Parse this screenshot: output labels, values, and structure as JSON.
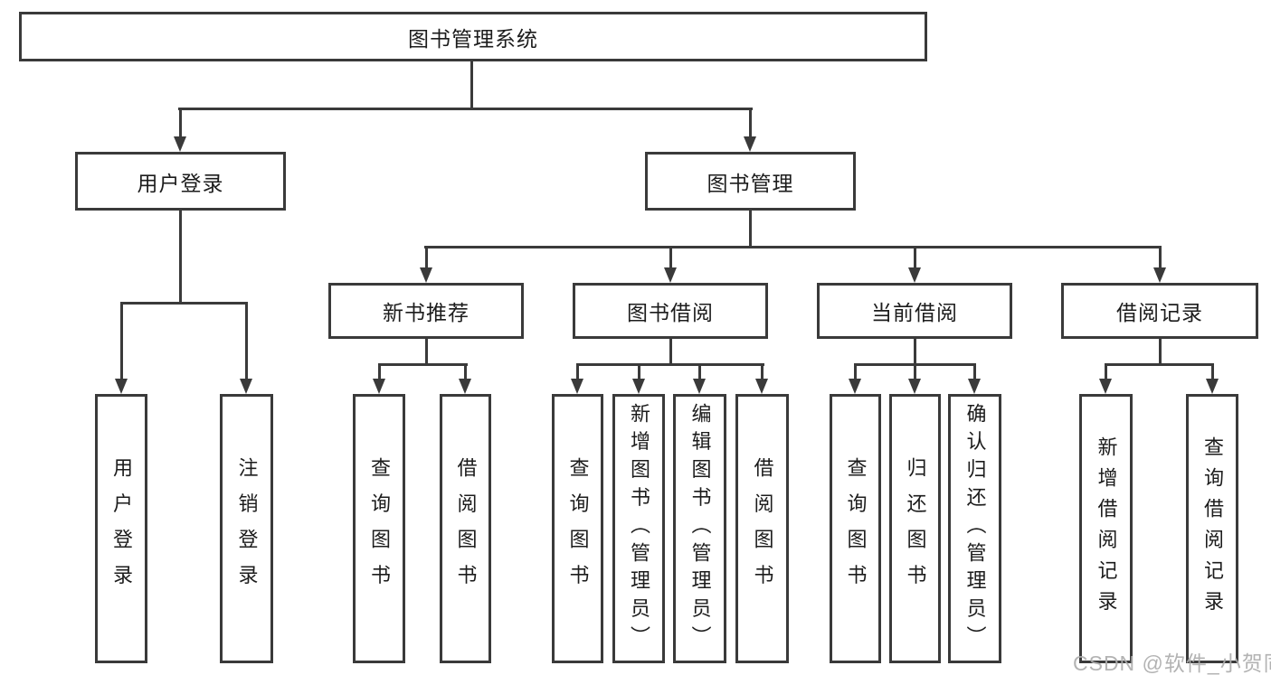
{
  "tree": {
    "label": "图书管理系统",
    "children": [
      {
        "label": "用户登录",
        "children": [
          {
            "label": "用户登录"
          },
          {
            "label": "注销登录"
          }
        ]
      },
      {
        "label": "图书管理",
        "children": [
          {
            "label": "新书推荐",
            "children": [
              {
                "label": "查询图书"
              },
              {
                "label": "借阅图书"
              }
            ]
          },
          {
            "label": "图书借阅",
            "children": [
              {
                "label": "查询图书"
              },
              {
                "label": "新增图书（管理员）"
              },
              {
                "label": "编辑图书（管理员）"
              },
              {
                "label": "借阅图书"
              }
            ]
          },
          {
            "label": "当前借阅",
            "children": [
              {
                "label": "查询图书"
              },
              {
                "label": "归还图书"
              },
              {
                "label": "确认归还（管理员）"
              }
            ]
          },
          {
            "label": "借阅记录",
            "children": [
              {
                "label": "新增借阅记录"
              },
              {
                "label": "查询借阅记录"
              }
            ]
          }
        ]
      }
    ]
  },
  "watermark": {
    "text": "CSDN @软件_小贺同学"
  },
  "colors": {
    "line": "#3a3a3a",
    "text": "#1c1c1c",
    "watermark": "#acacac",
    "background": "#ffffff"
  }
}
